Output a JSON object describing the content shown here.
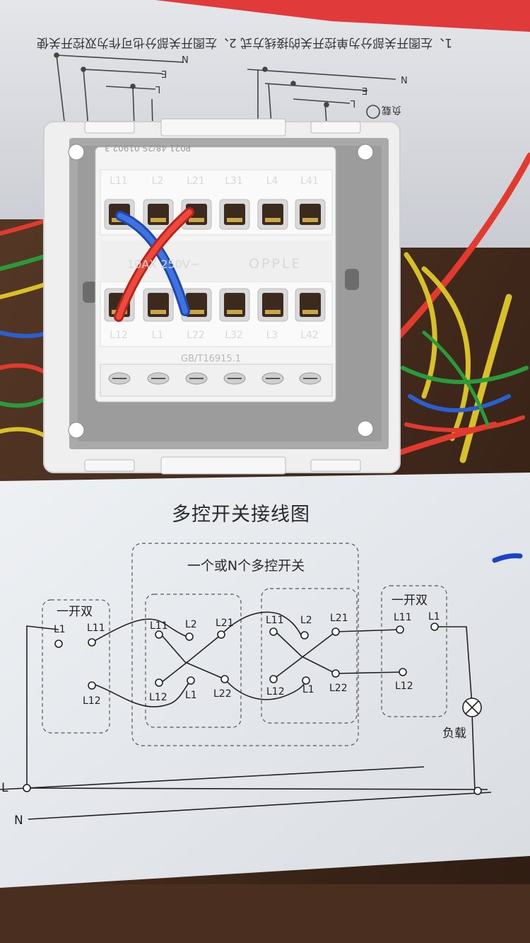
{
  "photo": {
    "subject": "wall-switch-wiring",
    "colors": {
      "background": "#3a2418",
      "card": "#e9ecef",
      "switch_frame": "#eeeeee",
      "module": "#f2f2f2",
      "wire_red": "#e23a2e",
      "wire_blue": "#2a5fd0",
      "box_red": "#e03a3a"
    }
  },
  "box_text": {
    "line1": "1、左图开关部分为单控开关的接线方式   2、左图开关部分也可作为双控开关使",
    "left_diagram": {
      "n": "N",
      "e": "E",
      "l": "L"
    },
    "right_diagram": {
      "n": "N",
      "e": "E",
      "l": "L",
      "load": "负载"
    }
  },
  "switch": {
    "serial": "P021 48/2S 01902 3",
    "rating": "10AX 250V~",
    "brand": "OPPLE",
    "standard": "GB/T16915.1",
    "top_terminals": [
      "L11",
      "L2",
      "L21",
      "L31",
      "L4",
      "L41"
    ],
    "bottom_terminals": [
      "L12",
      "L1",
      "L22",
      "L32",
      "L3",
      "L42"
    ]
  },
  "card": {
    "title": "多控开关接线图",
    "middle_group": "一个或N个多控开关",
    "left_switch": {
      "title": "一开双",
      "l1": "L1",
      "l11": "L11",
      "l12": "L12"
    },
    "multi1": {
      "l11": "L11",
      "l2": "L2",
      "l21": "L21",
      "l12": "L12",
      "l1": "L1",
      "l22": "L22"
    },
    "multi2": {
      "l11": "L11",
      "l2": "L2",
      "l21": "L21",
      "l12": "L12",
      "l1": "L1",
      "l22": "L22"
    },
    "right_switch": {
      "title": "一开双",
      "l11": "L11",
      "l1": "L1",
      "l12": "L12"
    },
    "load": "负载",
    "line_l": "L",
    "line_n": "N"
  }
}
